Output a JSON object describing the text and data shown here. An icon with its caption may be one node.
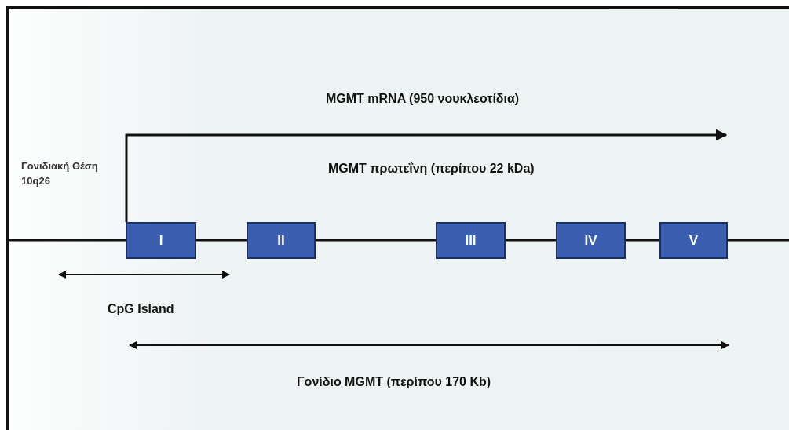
{
  "diagram": {
    "nodes": [
      {
        "text": [
          "I"
        ]
      },
      {
        "text": [
          "II"
        ]
      },
      {
        "text": [
          "III"
        ]
      },
      {
        "text": [
          "IV"
        ]
      },
      {
        "text": [
          "V"
        ]
      }
    ],
    "edges": [
      {
        "from": null,
        "to": 0,
        "arrow": "none"
      },
      {
        "from": 0,
        "to": 1,
        "arrow": "none"
      },
      {
        "from": 1,
        "to": 2,
        "arrow": "none"
      },
      {
        "from": 2,
        "to": 3,
        "arrow": "none"
      },
      {
        "from": 3,
        "to": 4,
        "arrow": "none"
      },
      {
        "from": 4,
        "to": null,
        "arrow": "none"
      },
      {
        "from": 0,
        "to": null,
        "arrow": "to"
      }
    ],
    "labels": [
      "MGMT mRNA (950 νουκλεοτίδια)",
      "Γονιδιακή Θέση 10q26",
      "MGMT πρωτεΐνη (περίπου 22 kDa)",
      "CpG Island",
      "Γονίδιο MGMT (περίπου 170 Kb)"
    ]
  }
}
